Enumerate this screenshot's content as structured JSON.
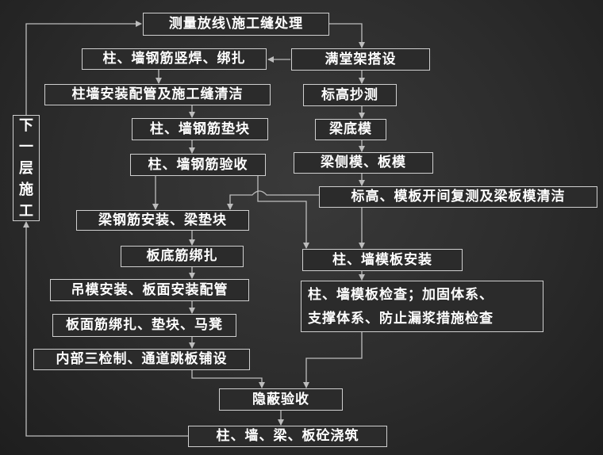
{
  "colors": {
    "background": "#2c2c2c",
    "box_fill": "#2b2b2b",
    "box_border": "#cfcfcf",
    "text": "#ffffff",
    "line": "#bdbdbd"
  },
  "nodes": {
    "survey": "测量放线\\施工缝处理",
    "column_wall_rebar_weld": "柱、墙钢筋竖焊、绑扎",
    "full_scaffold": "满堂架搭设",
    "piping_joint_clean": "柱墙安装配管及施工缝清洁",
    "elevation_copy": "标高抄测",
    "column_wall_rebar_block": "柱、墙钢筋垫块",
    "beam_bottom_form": "梁底模",
    "column_wall_rebar_inspect": "柱、墙钢筋验收",
    "beam_side_slab_form": "梁侧模、板模",
    "elevation_recheck_clean": "标高、模板开间复测及梁板模清洁",
    "beam_rebar_install": "梁钢筋安装、梁垫块",
    "slab_bottom_rebar": "板底筋绑扎",
    "column_wall_form_install": "柱、墙模板安装",
    "hanging_form_piping": "吊模安装、板面安装配管",
    "form_inspection_line1": "柱、墙模板检查；加固体系、",
    "form_inspection_line2": "支撑体系、防止漏浆措施检查",
    "slab_top_rebar": "板面筋绑扎、垫块、马凳",
    "internal_inspection": "内部三检制、通道跳板铺设",
    "concealed_acceptance": "隐蔽验收",
    "concrete_pouring": "柱、墙、梁、板砼浇筑",
    "next_floor": [
      "下",
      "一",
      "层",
      "施",
      "工"
    ]
  }
}
